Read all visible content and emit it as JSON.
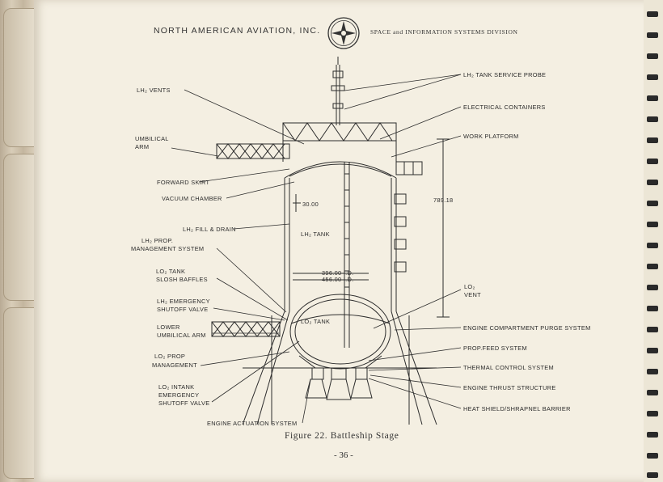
{
  "header": {
    "company": "NORTH AMERICAN AVIATION, INC.",
    "division": "SPACE and INFORMATION SYSTEMS DIVISION"
  },
  "labels": {
    "lh2_vents": "LH₂ VENTS",
    "umbilical_arm_1": "UMBILICAL",
    "umbilical_arm_2": "ARM",
    "forward_skirt": "FORWARD SKIRT",
    "vacuum_chamber": "VACUUM CHAMBER",
    "lh2_fill_drain": "LH₂ FILL & DRAIN",
    "lh2_prop_mgmt_1": "LH₂ PROP.",
    "lh2_prop_mgmt_2": "MANAGEMENT SYSTEM",
    "lo2_tank_slosh_1": "LO₂ TANK",
    "lo2_tank_slosh_2": "SLOSH BAFFLES",
    "lh2_emergency_1": "LH₂ EMERGENCY",
    "lh2_emergency_2": "SHUTOFF VALVE",
    "lower_umbilical_1": "LOWER",
    "lower_umbilical_2": "UMBILICAL ARM",
    "lo2_prop_mgmt_1": "LO₂ PROP",
    "lo2_prop_mgmt_2": "MANAGEMENT",
    "lo2_intank_1": "LO₂ INTANK",
    "lo2_intank_2": "EMERGENCY",
    "lo2_intank_3": "SHUTOFF VALVE",
    "engine_actuation": "ENGINE ACTUATION SYSTEM",
    "lh2_service_probe": "LH₂ TANK SERVICE PROBE",
    "electrical_containers": "ELECTRICAL CONTAINERS",
    "work_platform": "WORK PLATFORM",
    "height_dim": "789.18",
    "lo2_vent_1": "LO₂",
    "lo2_vent_2": "VENT",
    "engine_purge": "ENGINE COMPARTMENT PURGE SYSTEM",
    "prop_feed": "PROP.FEED SYSTEM",
    "thermal_control": "THERMAL CONTROL SYSTEM",
    "engine_thrust": "ENGINE THRUST STRUCTURE",
    "heat_shield": "HEAT SHIELD/SHRAPNEL BARRIER",
    "dim_30": "30.00",
    "lh2_tank": "LH₂ TANK",
    "dim_396": "396.00 I.D.",
    "dim_456": "456.00 I.D.",
    "lo2_tank": "LO₂ TANK"
  },
  "caption": "Figure 22.  Battleship Stage",
  "page_number": "- 36 -"
}
